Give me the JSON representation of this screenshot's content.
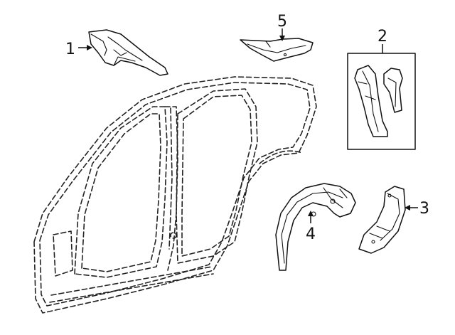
{
  "diagram": {
    "callouts": [
      {
        "id": "1",
        "label": "1"
      },
      {
        "id": "2",
        "label": "2"
      },
      {
        "id": "3",
        "label": "3"
      },
      {
        "id": "4",
        "label": "4"
      },
      {
        "id": "5",
        "label": "5"
      }
    ],
    "colors": {
      "line": "#111111",
      "background": "#ffffff"
    }
  }
}
